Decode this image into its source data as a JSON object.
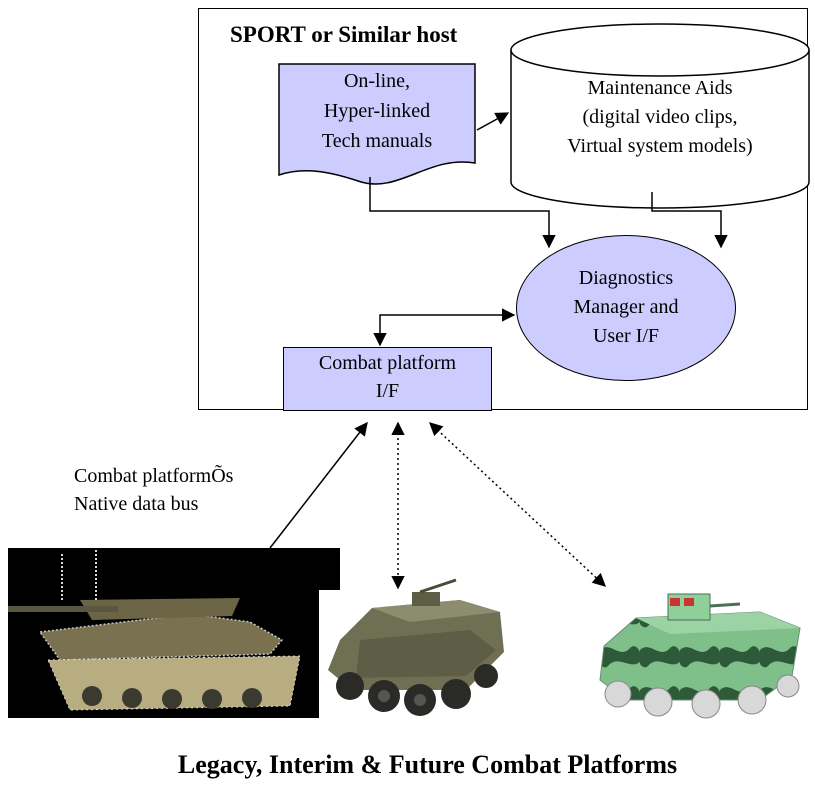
{
  "diagram": {
    "host_title": "SPORT or Similar host",
    "tech_manuals": [
      "On-line,",
      "Hyper-linked",
      "Tech manuals"
    ],
    "maintenance_aids": [
      "Maintenance Aids",
      "(digital video clips,",
      "Virtual system models)"
    ],
    "diagnostics_manager": [
      "Diagnostics",
      "Manager and",
      "User I/F"
    ],
    "combat_platform_if": [
      "Combat platform",
      "I/F"
    ],
    "native_bus": [
      "Combat platformÕs",
      "Native data bus"
    ],
    "caption": "Legacy, Interim & Future Combat Platforms"
  },
  "colors": {
    "box_fill": "#ccccff",
    "stroke": "#000000"
  },
  "images": [
    "tank-image",
    "stryker-vehicle-image",
    "future-combat-vehicle-image"
  ]
}
